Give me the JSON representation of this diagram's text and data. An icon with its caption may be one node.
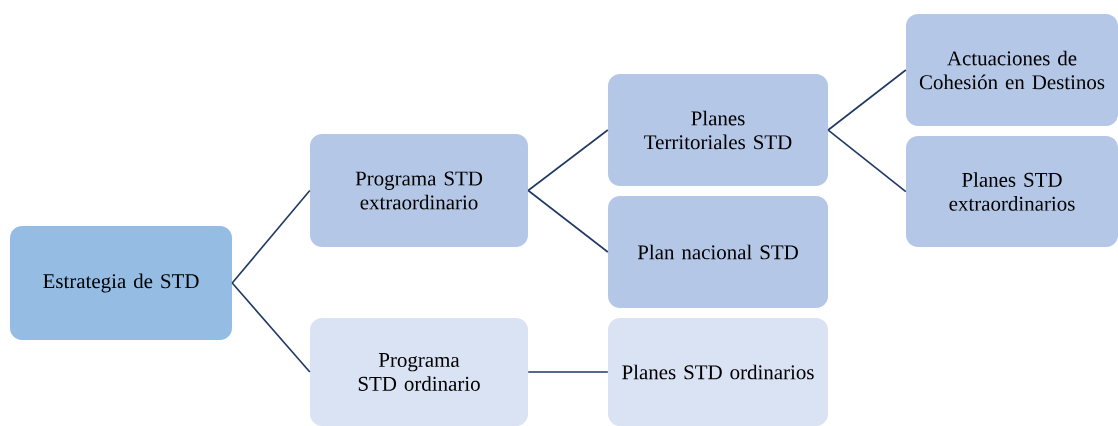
{
  "diagram": {
    "nodes": [
      {
        "text": [
          "Estrategia de STD"
        ]
      },
      {
        "text": [
          "Programa STD extraordinario"
        ]
      },
      {
        "text": [
          "Programa STD ordinario"
        ]
      },
      {
        "text": [
          "Planes Territoriales STD"
        ]
      },
      {
        "text": [
          "Plan nacional STD"
        ]
      },
      {
        "text": [
          "Planes STD ordinarios"
        ]
      },
      {
        "text": [
          "Actuaciones de Cohesión en Destinos"
        ]
      },
      {
        "text": [
          "Planes STD extraordinarios"
        ]
      }
    ],
    "edges": [
      {
        "from": 0,
        "to": 1,
        "arrow": "none"
      },
      {
        "from": 0,
        "to": 2,
        "arrow": "none"
      },
      {
        "from": 1,
        "to": 3,
        "arrow": "none"
      },
      {
        "from": 1,
        "to": 4,
        "arrow": "none"
      },
      {
        "from": 2,
        "to": 5,
        "arrow": "none"
      },
      {
        "from": 3,
        "to": 6,
        "arrow": "none"
      },
      {
        "from": 3,
        "to": 7,
        "arrow": "none"
      }
    ]
  }
}
